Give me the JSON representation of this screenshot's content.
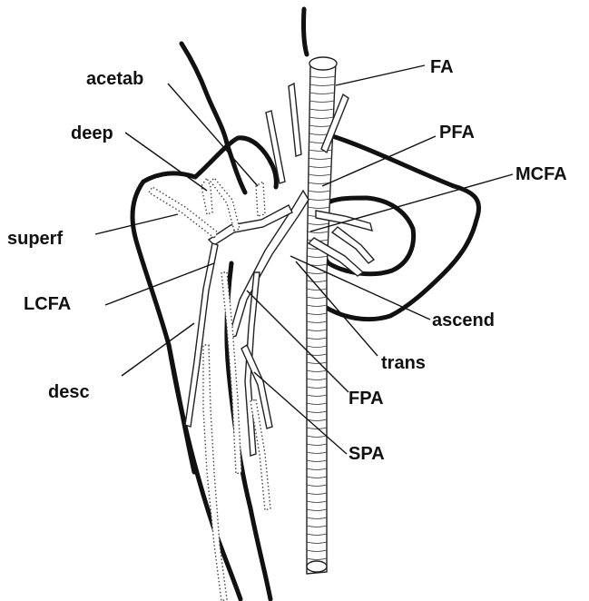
{
  "labels": {
    "fa": "FA",
    "acetab": "acetab",
    "pfa": "PFA",
    "deep": "deep",
    "mcfa": "MCFA",
    "superf": "superf",
    "lcfa": "LCFA",
    "ascend": "ascend",
    "trans": "trans",
    "desc": "desc",
    "fpa": "FPA",
    "spa": "SPA"
  },
  "colors": {
    "ink": "#111111",
    "background": "#ffffff"
  }
}
